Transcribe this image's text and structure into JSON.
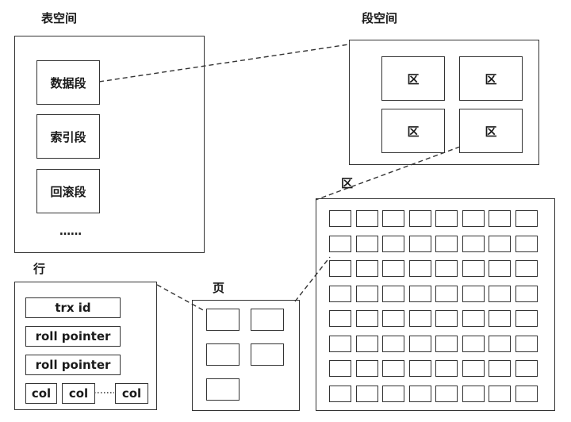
{
  "table_space": {
    "title": "表空间",
    "segments": [
      "数据段",
      "索引段",
      "回滚段"
    ],
    "more": "……"
  },
  "segment_space": {
    "title": "段空间",
    "extents": [
      "区",
      "区",
      "区",
      "区"
    ]
  },
  "extent": {
    "title": "区",
    "grid_rows": 8,
    "grid_cols": 8
  },
  "page": {
    "title": "页",
    "slots": 5
  },
  "row": {
    "title": "行",
    "fields": [
      "trx id",
      "roll pointer",
      "roll pointer"
    ],
    "cols": [
      "col",
      "col",
      "col"
    ]
  }
}
